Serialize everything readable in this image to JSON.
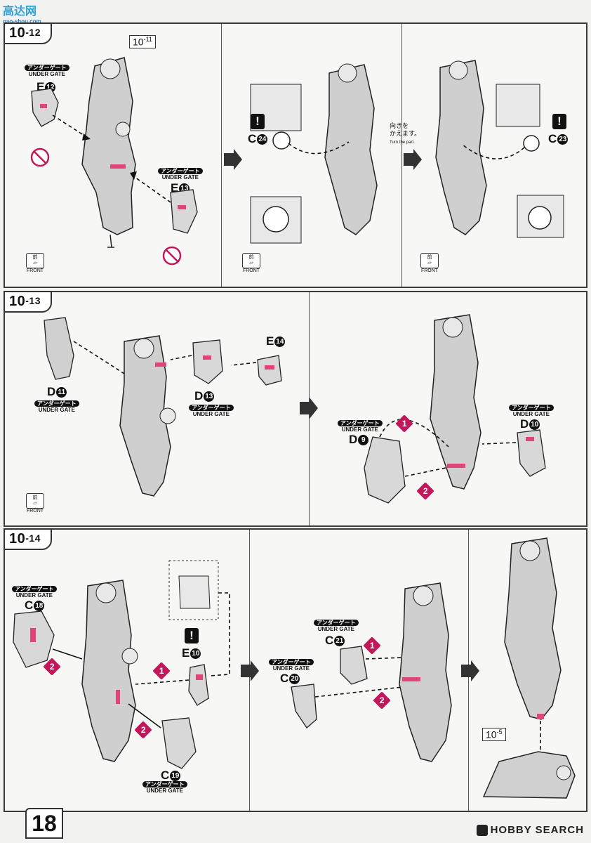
{
  "watermark": {
    "title": "高达网",
    "sub": "gao-shou.com"
  },
  "gate": {
    "jp": "アンダーゲート",
    "en": "UNDER GATE"
  },
  "front": {
    "jp": "前",
    "en": "FRONT"
  },
  "turn_note": {
    "jp1": "向きを",
    "jp2": "かえます。",
    "en": "Turn the part."
  },
  "steps": [
    {
      "main": "10",
      "sub": "-12",
      "ref": {
        "main": "10",
        "sub": "-11"
      }
    },
    {
      "main": "10",
      "sub": "-13"
    },
    {
      "main": "10",
      "sub": "-14",
      "ref": {
        "main": "10",
        "sub": "-5"
      }
    }
  ],
  "parts": {
    "e12": {
      "letter": "E",
      "num": "12"
    },
    "e13": {
      "letter": "E",
      "num": "13"
    },
    "c24": {
      "letter": "C",
      "num": "24"
    },
    "c23": {
      "letter": "C",
      "num": "23"
    },
    "d11": {
      "letter": "D",
      "num": "11"
    },
    "d13": {
      "letter": "D",
      "num": "13"
    },
    "e14": {
      "letter": "E",
      "num": "14"
    },
    "d9": {
      "letter": "D",
      "num": "9"
    },
    "d10": {
      "letter": "D",
      "num": "10"
    },
    "c18": {
      "letter": "C",
      "num": "18"
    },
    "e10": {
      "letter": "E",
      "num": "10"
    },
    "c19": {
      "letter": "C",
      "num": "19"
    },
    "c21": {
      "letter": "C",
      "num": "21"
    },
    "c20": {
      "letter": "C",
      "num": "20"
    }
  },
  "warning_mark": "!",
  "order": {
    "one": "1",
    "two": "2"
  },
  "page_number": "18",
  "brand": "HOBBY SEARCH",
  "colors": {
    "accent": "#e0447a",
    "badge": "#c2185b",
    "line": "#111111",
    "panel_border": "#3a3a3a"
  }
}
